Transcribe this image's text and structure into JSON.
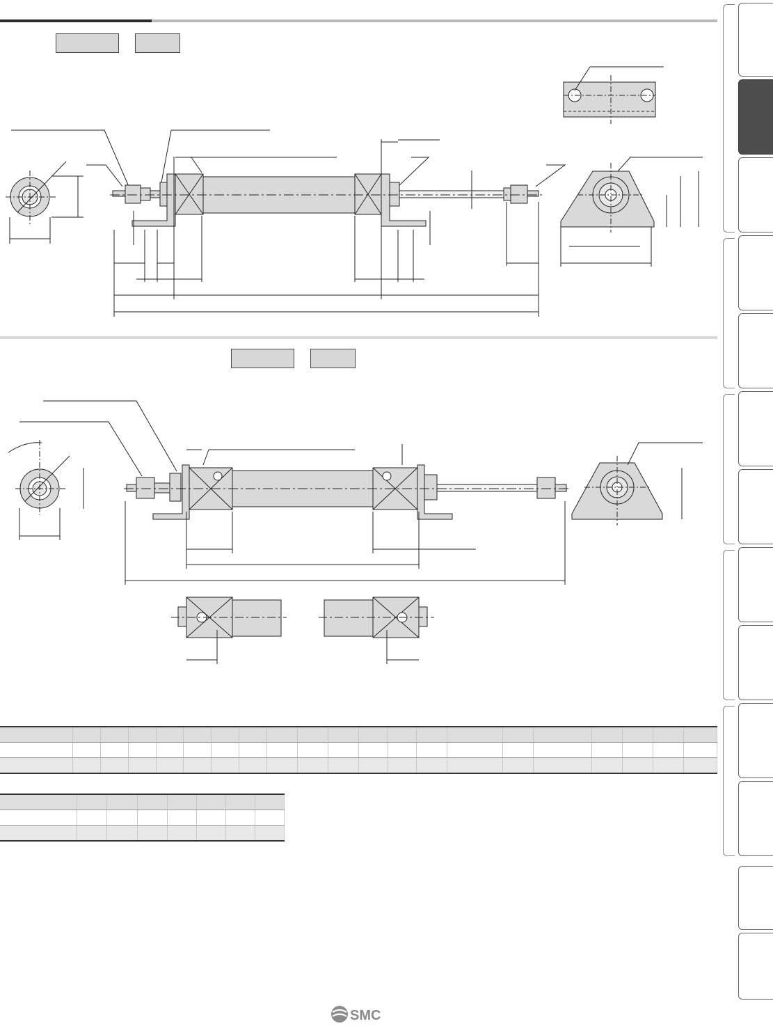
{
  "page": {
    "header": {
      "label_boxes": 2
    },
    "section2": {
      "label_boxes": 2
    },
    "logo": {
      "text": "SMC",
      "color": "#8a8a8a"
    },
    "tables": {
      "table1": {
        "columns": 21,
        "rows": 3
      },
      "table2": {
        "columns": 8,
        "rows": 3
      }
    },
    "side_tabs": {
      "count": 13,
      "active_index": 1
    },
    "colors": {
      "part_fill": "#d9d9d9",
      "line": "#222222",
      "active_tab": "#4d4d4d"
    }
  }
}
